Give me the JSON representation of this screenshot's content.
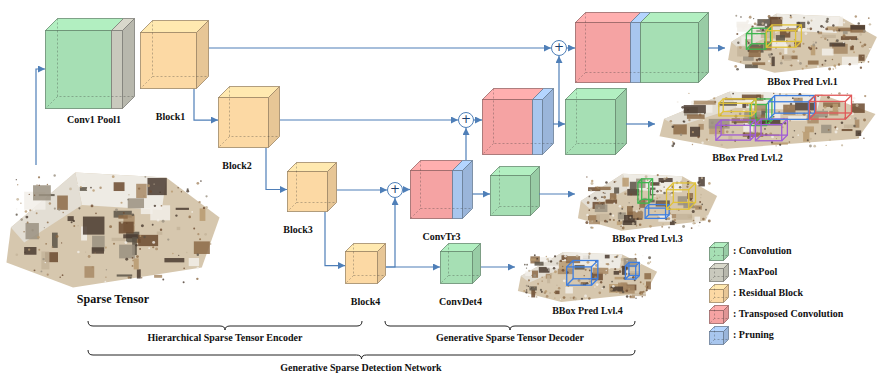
{
  "diagram": {
    "nodes": [
      {
        "text": [
          "Conv1 Pool1"
        ]
      },
      {
        "text": [
          "Block1"
        ]
      },
      {
        "text": [
          "Block2"
        ]
      },
      {
        "text": [
          "Block3"
        ]
      },
      {
        "text": [
          "Block4"
        ]
      },
      {
        "text": [
          "ConvTr3"
        ]
      },
      {
        "text": [
          "ConvDet4"
        ]
      },
      {
        "text": [
          "Sparse Tensor"
        ]
      },
      {
        "text": [
          "BBox Pred Lvl.1"
        ]
      },
      {
        "text": [
          "BBox Pred Lvl.2"
        ]
      },
      {
        "text": [
          "BBox Pred Lvl.3"
        ]
      },
      {
        "text": [
          "BBox Pred Lvl.4"
        ]
      },
      {
        "text": [
          "+"
        ]
      },
      {
        "text": [
          "+"
        ]
      },
      {
        "text": [
          "+"
        ]
      }
    ],
    "edges": [
      {
        "from": 7,
        "to": 0,
        "arrow": "to"
      },
      {
        "from": 1,
        "to": 2,
        "arrow": "to"
      },
      {
        "from": 2,
        "to": 3,
        "arrow": "to"
      },
      {
        "from": 3,
        "to": 4,
        "arrow": "to"
      },
      {
        "from": 4,
        "to": 6,
        "arrow": "to"
      },
      {
        "from": 6,
        "to": 11,
        "arrow": "to"
      },
      {
        "from": 3,
        "to": 12,
        "arrow": "to"
      },
      {
        "from": 4,
        "to": 12,
        "arrow": "to"
      },
      {
        "from": 12,
        "to": 5,
        "arrow": "to"
      },
      {
        "from": 2,
        "to": 13,
        "arrow": "to"
      },
      {
        "from": 5,
        "to": 13,
        "arrow": "to"
      },
      {
        "from": 1,
        "to": 14,
        "arrow": "to"
      }
    ],
    "labels": [
      "Hierarchical Sparse Tensor Encoder",
      "Generative Sparse Tensor Decoder",
      "Generative Sparse Detection Network"
    ],
    "legend": [
      {
        "text": ": Convolution",
        "color": "#a6dfb4"
      },
      {
        "text": ": MaxPool",
        "color": "#c9c9bd"
      },
      {
        "text": ": Residual Block",
        "color": "#fcd9a4"
      },
      {
        "text": ": Transposed Convolution",
        "color": "#f5a3a3"
      },
      {
        "text": ": Pruning",
        "color": "#a8c6ee"
      }
    ]
  }
}
